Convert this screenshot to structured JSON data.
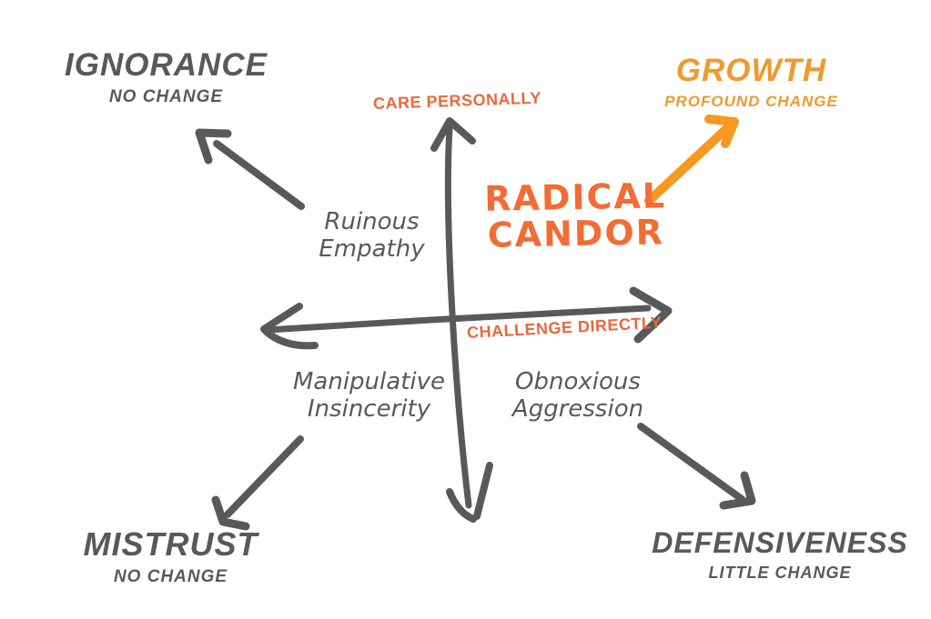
{
  "title": "Radical Candor framework diagram",
  "colors": {
    "background": "#FFFFFF",
    "ink_gray": "#58595B",
    "radical_candor_orange": "#F26C33",
    "axis_label_orange": "#E8693B",
    "growth_orange": "#F0992D",
    "arrow_orange": "#F7981F"
  },
  "axes": {
    "vertical_label": "CARE PERSONALLY",
    "horizontal_label": "CHALLENGE DIRECTLY"
  },
  "quadrants": {
    "top_left": {
      "line1": "Ruinous",
      "line2": "Empathy"
    },
    "top_right": {
      "line1": "RADICAL",
      "line2": "CANDOR"
    },
    "bottom_left": {
      "line1": "Manipulative",
      "line2": "Insincerity"
    },
    "bottom_right": {
      "line1": "Obnoxious",
      "line2": "Aggression"
    }
  },
  "outcomes": {
    "top_left": {
      "title": "IGNORANCE",
      "subtitle": "NO CHANGE"
    },
    "top_right": {
      "title": "GROWTH",
      "subtitle": "PROFOUND CHANGE"
    },
    "bottom_left": {
      "title": "MISTRUST",
      "subtitle": "NO CHANGE"
    },
    "bottom_right": {
      "title": "DEFENSIVENESS",
      "subtitle": "LITTLE CHANGE"
    }
  }
}
